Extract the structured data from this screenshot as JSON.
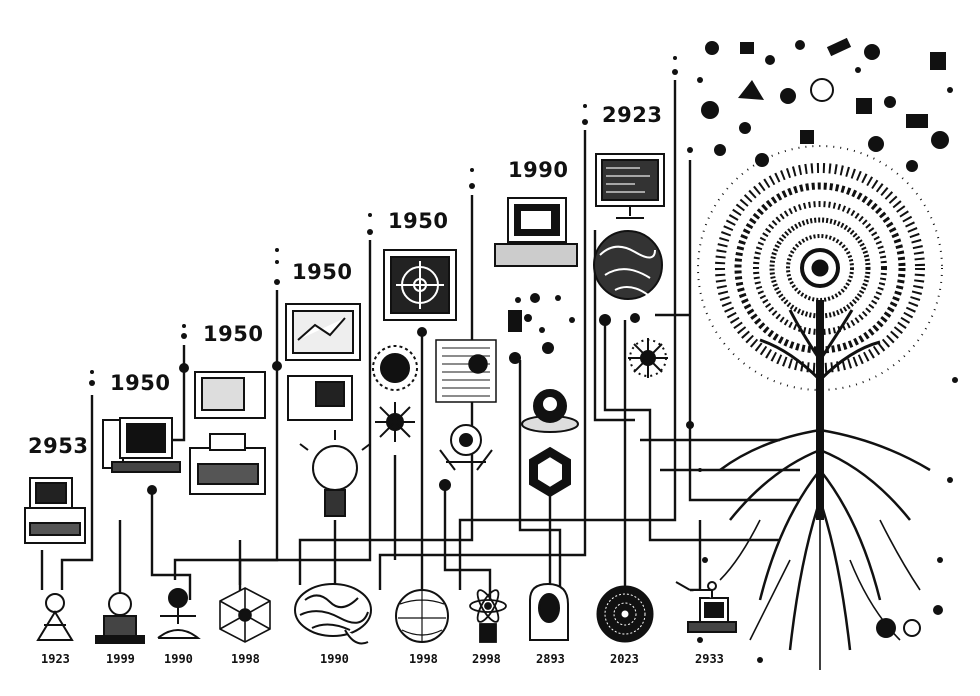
{
  "timeline": {
    "top_years": [
      "2953",
      "1950",
      "1950",
      "1950",
      "1950",
      "1990",
      "2923"
    ],
    "bottom_years": [
      "1923",
      "1999",
      "1990",
      "1998",
      "1990",
      "1998",
      "2998",
      "2893",
      "2023",
      "2933"
    ]
  },
  "icons": {
    "top": [
      "retro-computer-icon",
      "desktop-computer-icon",
      "crt-monitor-icon",
      "workstation-icon",
      "circuit-board-screen-icon",
      "laptop-icon",
      "flat-monitor-icon"
    ],
    "bottom": [
      "meditating-figure-icon",
      "robot-bust-icon",
      "meditating-robot-icon",
      "neural-net-icon",
      "brain-icon",
      "sphere-icon",
      "atom-icon",
      "head-profile-icon",
      "vortex-icon",
      "machine-icon"
    ],
    "tree": "tree-of-roots-icon"
  },
  "colors": {
    "ink": "#111111",
    "paper": "#ffffff"
  }
}
